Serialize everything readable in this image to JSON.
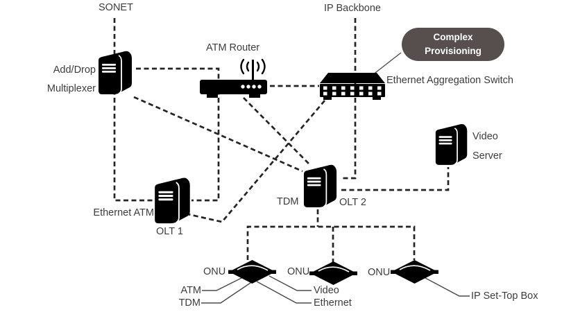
{
  "colors": {
    "background": "#ffffff",
    "line": "#242424",
    "text": "#3c3c3c",
    "callout_fill": "#564f4e",
    "callout_text": "#ffffff",
    "icon": "#000000"
  },
  "nodes": {
    "sonet": {
      "label": "SONET"
    },
    "ip_backbone": {
      "label": "IP Backbone"
    },
    "add_drop_multiplexer": {
      "label_line1": "Add/Drop",
      "label_line2": "Multiplexer",
      "icon": "server-tower-icon"
    },
    "atm_router": {
      "label": "ATM Router",
      "icon": "wireless-router-icon"
    },
    "ethernet_aggregation_switch": {
      "label": "Ethernet Aggregation Switch",
      "icon": "aggregation-switch-icon"
    },
    "complex_provisioning_callout": {
      "line1": "Complex",
      "line2": "Provisioning"
    },
    "video_server": {
      "label_line1": "Video",
      "label_line2": "Server",
      "icon": "server-tower-icon"
    },
    "olt1": {
      "side_label": "Ethernet ATM",
      "label": "OLT 1",
      "icon": "server-tower-icon"
    },
    "olt2": {
      "side_label": "TDM",
      "label": "OLT 2",
      "icon": "server-tower-icon"
    },
    "onu1": {
      "label": "ONU",
      "icon": "onu-diamond-icon"
    },
    "onu2": {
      "label": "ONU",
      "icon": "onu-diamond-icon"
    },
    "onu3": {
      "label": "ONU",
      "icon": "onu-diamond-icon"
    }
  },
  "service_callouts": {
    "atm": "ATM",
    "tdm": "TDM",
    "video": "Video",
    "ethernet": "Ethernet",
    "ip_set_top_box": "IP Set-Top Box"
  },
  "edges": [
    "SONET — Add/Drop Multiplexer (dashed)",
    "Add/Drop Multiplexer — ATM Router (dashed, right-angle)",
    "Add/Drop Multiplexer — OLT 1 (dashed, down left side)",
    "ATM Router — OLT 1 (dashed, down behind router to OLT 1 right side)",
    "ATM Router — Ethernet Aggregation Switch (dashed)",
    "ATM Router — OLT 2 (dashed diagonal)",
    "Add/Drop Multiplexer — OLT 2 (dashed diagonal)",
    "IP Backbone — Ethernet Aggregation Switch — OLT 2 (dashed)",
    "Ethernet Aggregation Switch — OLT 1 (dashed bent diagonal)",
    "OLT 2 — Video Server (dashed, right-angle)",
    "OLT 2 — ONU 1 / ONU 2 / ONU 3 (dashed distribution bus)",
    "Complex Provisioning callout → Ethernet Aggregation Switch (thin line)",
    "ONU 1 → ATM / TDM / Video / Ethernet (thin callout lines)",
    "ONU 3 → IP Set-Top Box (thin callout line)"
  ]
}
